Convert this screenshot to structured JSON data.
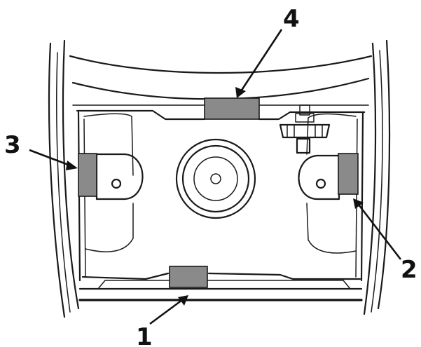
{
  "colors": {
    "line": "#1a1a1a",
    "pad_fill": "#8a8a8a",
    "background": "#ffffff"
  },
  "callouts": [
    {
      "id": "1",
      "label": "1"
    },
    {
      "id": "2",
      "label": "2"
    },
    {
      "id": "3",
      "label": "3"
    },
    {
      "id": "4",
      "label": "4"
    }
  ]
}
